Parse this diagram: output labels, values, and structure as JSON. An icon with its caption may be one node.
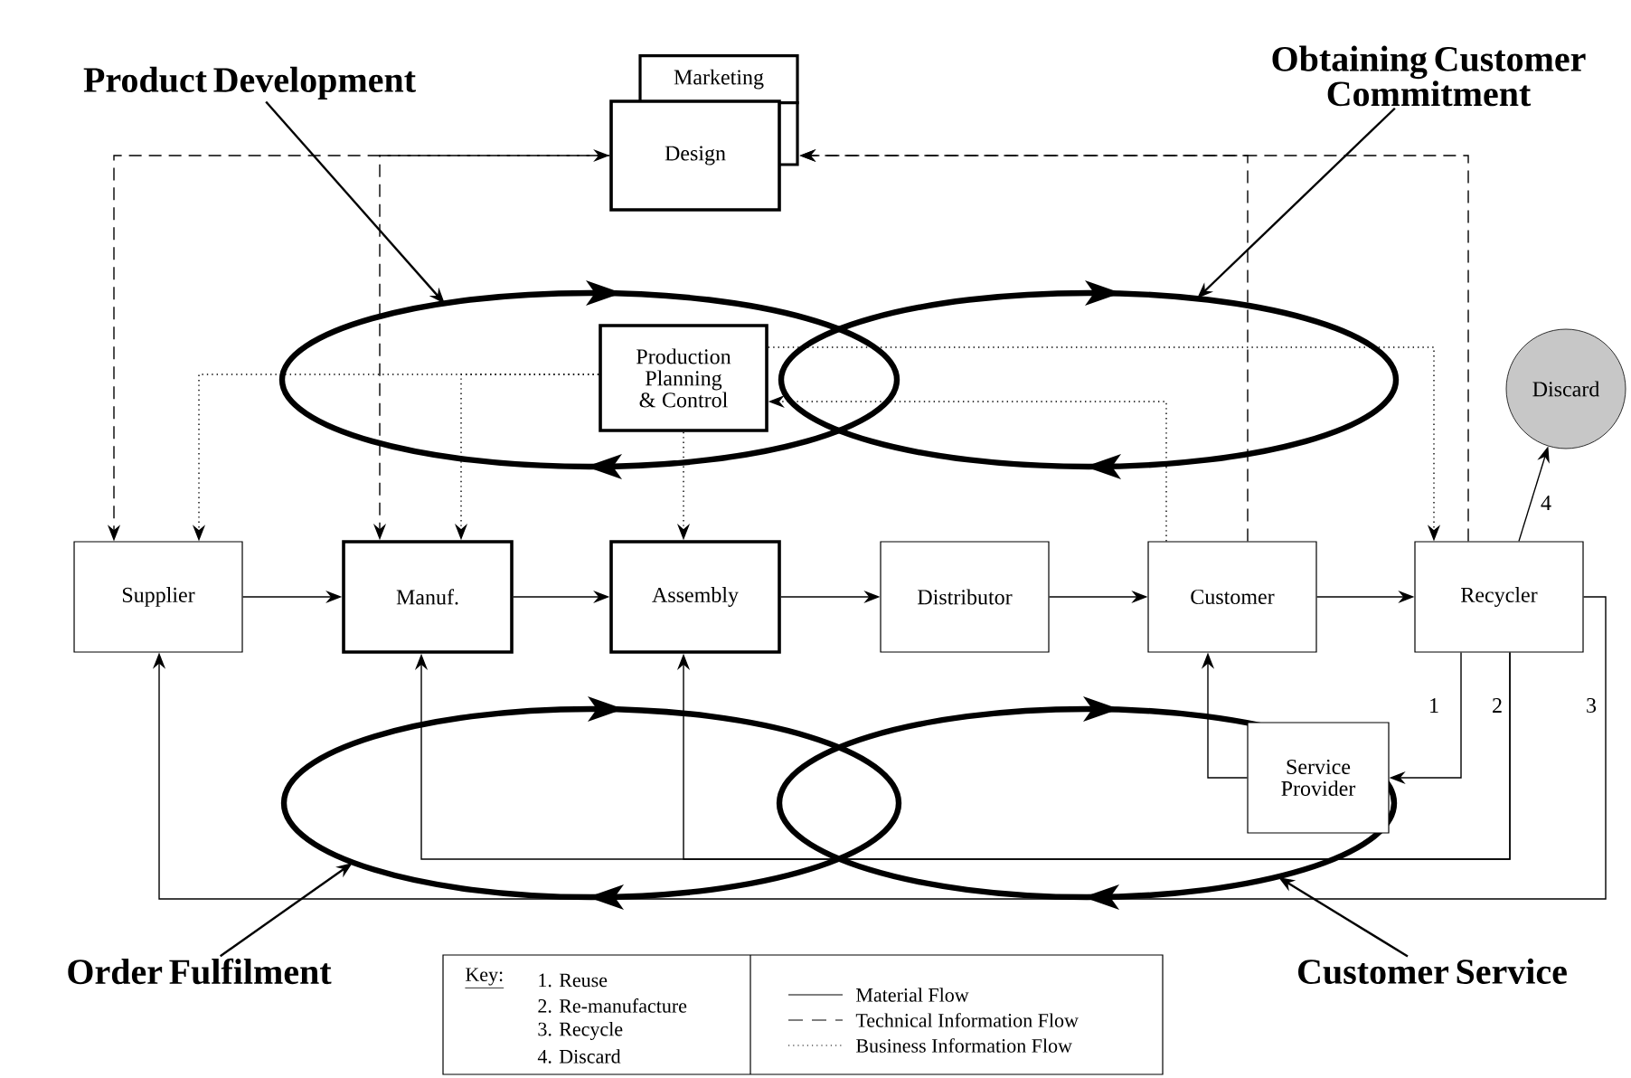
{
  "diagram": {
    "nodes": [
      {
        "text": [
          "Product Development"
        ]
      },
      {
        "text": [
          "Obtaining Customer Commitment"
        ]
      },
      {
        "text": [
          "Marketing"
        ]
      },
      {
        "text": [
          "Design"
        ]
      },
      {
        "text": [
          "Production Planning & Control"
        ]
      },
      {
        "text": [
          "Discard"
        ]
      },
      {
        "text": [
          "Supplier"
        ]
      },
      {
        "text": [
          "Manuf."
        ]
      },
      {
        "text": [
          "Assembly"
        ]
      },
      {
        "text": [
          "Distributor"
        ]
      },
      {
        "text": [
          "Customer"
        ]
      },
      {
        "text": [
          "Recycler"
        ]
      },
      {
        "text": [
          "Service Provider"
        ]
      },
      {
        "text": [
          "Order Fulfilment"
        ]
      },
      {
        "text": [
          "Customer Service"
        ]
      }
    ],
    "edges": [
      {
        "from": 10,
        "to": 3,
        "arrow": "to",
        "style": "dashed"
      },
      {
        "from": 11,
        "to": 3,
        "arrow": "to",
        "style": "dashed"
      },
      {
        "from": 3,
        "to": 6,
        "arrow": "both",
        "style": "dashed"
      },
      {
        "from": 3,
        "to": 7,
        "arrow": "to",
        "style": "dashed"
      },
      {
        "from": 4,
        "to": 6,
        "arrow": "to",
        "style": "dashed"
      },
      {
        "from": 4,
        "to": 7,
        "arrow": "to",
        "style": "dashed"
      },
      {
        "from": 4,
        "to": 8,
        "arrow": "to",
        "style": "dashed"
      },
      {
        "from": 10,
        "to": 4,
        "arrow": "to",
        "style": "dashed"
      },
      {
        "from": 4,
        "to": 11,
        "arrow": "to",
        "style": "dashed"
      },
      {
        "from": 6,
        "to": 7,
        "arrow": "to"
      },
      {
        "from": 7,
        "to": 8,
        "arrow": "to"
      },
      {
        "from": 8,
        "to": 9,
        "arrow": "to"
      },
      {
        "from": 9,
        "to": 10,
        "arrow": "to"
      },
      {
        "from": 10,
        "to": 11,
        "arrow": "to"
      },
      {
        "from": 11,
        "to": 5,
        "arrow": "to",
        "label": "4"
      },
      {
        "from": 11,
        "to": 12,
        "arrow": "to",
        "label": "1"
      },
      {
        "from": 12,
        "to": 10,
        "arrow": "to"
      },
      {
        "from": 11,
        "to": 7,
        "arrow": "to",
        "label": "2"
      },
      {
        "from": 11,
        "to": 8,
        "arrow": "to"
      },
      {
        "from": 11,
        "to": 6,
        "arrow": "to",
        "label": "3"
      },
      {
        "from": 0,
        "to": null,
        "arrow": "to"
      },
      {
        "from": 1,
        "to": null,
        "arrow": "to"
      },
      {
        "from": 13,
        "to": null,
        "arrow": "to"
      },
      {
        "from": 14,
        "to": null,
        "arrow": "to"
      }
    ],
    "labels": [
      "Key:",
      "1. Reuse",
      "2. Re-manufacture",
      "3. Recycle",
      "4. Discard"
    ],
    "legend": [
      {
        "text": "Material Flow"
      },
      {
        "text": "Technical Information Flow"
      },
      {
        "text": "Business Information Flow"
      }
    ]
  }
}
